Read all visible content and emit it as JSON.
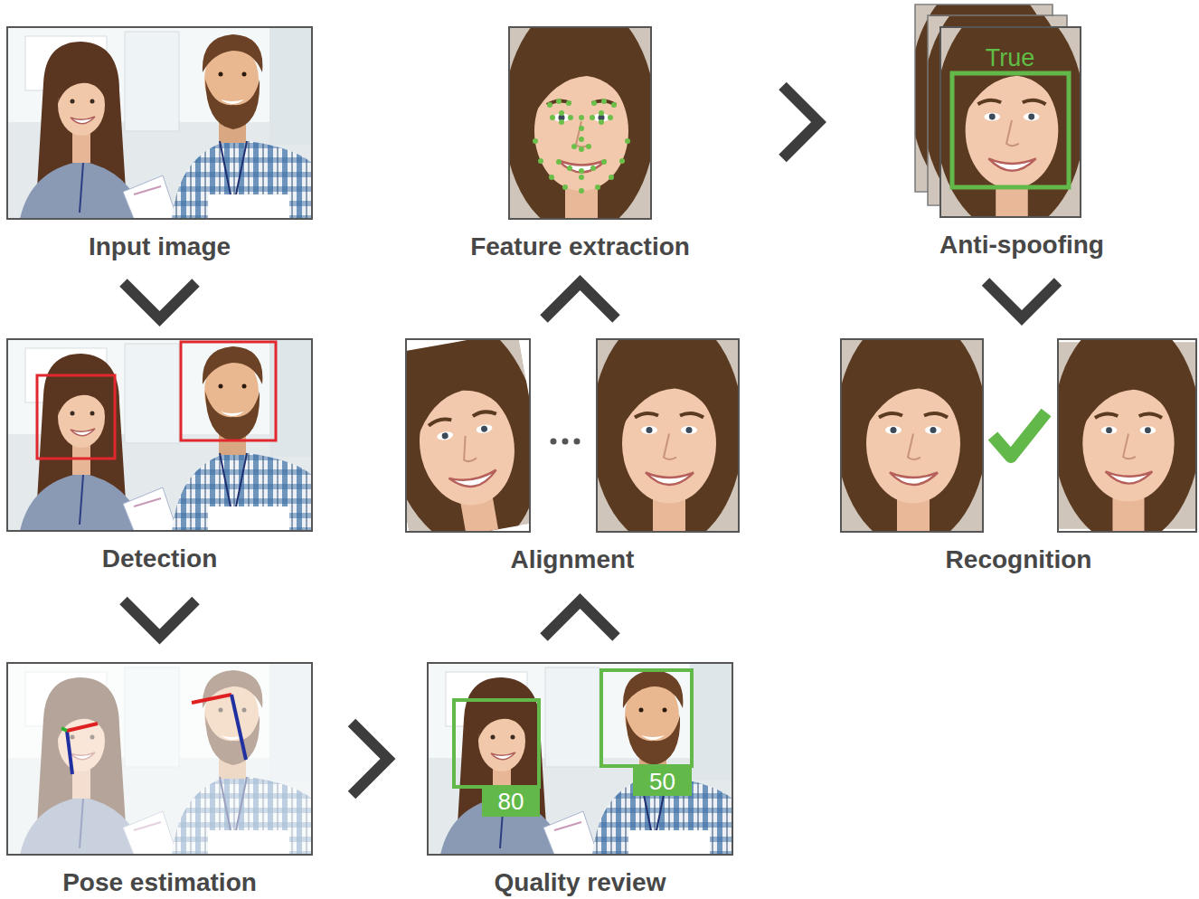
{
  "diagram": {
    "nodes": [
      {
        "text": [
          "Input image"
        ]
      },
      {
        "text": [
          "Detection"
        ]
      },
      {
        "text": [
          "Pose estimation"
        ]
      },
      {
        "text": [
          "Quality review"
        ]
      },
      {
        "text": [
          "Alignment"
        ]
      },
      {
        "text": [
          "Feature extraction"
        ]
      },
      {
        "text": [
          "Anti-spoofing"
        ]
      },
      {
        "text": [
          "Recognition"
        ]
      }
    ],
    "edges": [
      {
        "from": 0,
        "to": 1,
        "arrow": "to"
      },
      {
        "from": 1,
        "to": 2,
        "arrow": "to"
      },
      {
        "from": 2,
        "to": 3,
        "arrow": "to"
      },
      {
        "from": 3,
        "to": 4,
        "arrow": "to"
      },
      {
        "from": 4,
        "to": 5,
        "arrow": "to"
      },
      {
        "from": 5,
        "to": 6,
        "arrow": "to"
      },
      {
        "from": 6,
        "to": 7,
        "arrow": "to"
      }
    ],
    "labels": [
      "80",
      "50",
      "True"
    ]
  }
}
